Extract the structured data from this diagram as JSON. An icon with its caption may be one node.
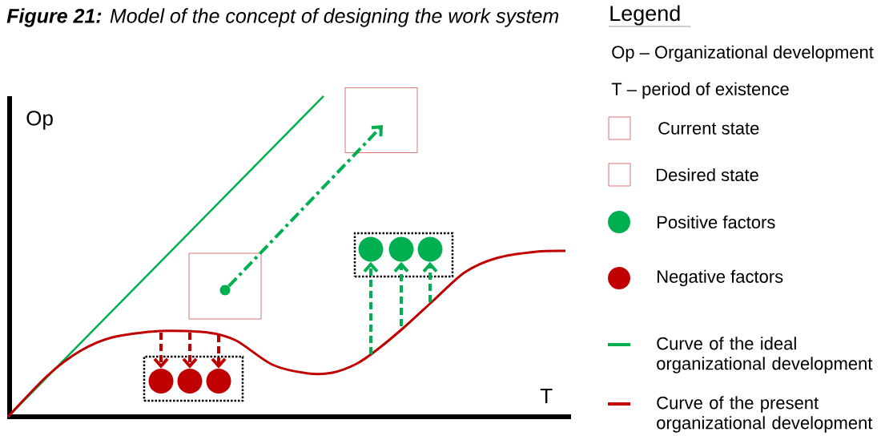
{
  "diagram": {
    "title": "**Figure 21:** Model of the concept of designing the work system",
    "nodes": [
      {
        "text": [],
        "shape": "box"
      },
      {
        "text": [],
        "shape": "box"
      },
      {
        "text": [],
        "shape": "box"
      },
      {
        "text": [],
        "shape": "circle",
        "in": 2
      },
      {
        "text": [],
        "shape": "circle",
        "in": 2
      },
      {
        "text": [],
        "shape": "circle",
        "in": 2
      },
      {
        "text": [],
        "shape": "box"
      },
      {
        "text": [],
        "shape": "circle",
        "in": 6
      },
      {
        "text": [],
        "shape": "circle",
        "in": 6
      },
      {
        "text": [],
        "shape": "circle",
        "in": 6
      },
      {
        "text": [],
        "shape": "circle",
        "in": 0
      }
    ],
    "edges": [
      {
        "from": 10,
        "to": 1,
        "arrow": "to",
        "style": "dashed",
        "color": "#00b050"
      },
      {
        "from": null,
        "to": 3,
        "arrow": "to",
        "style": "dashed",
        "color": "#c00000"
      },
      {
        "from": null,
        "to": 4,
        "arrow": "to",
        "style": "dashed",
        "color": "#c00000"
      },
      {
        "from": null,
        "to": 5,
        "arrow": "to",
        "style": "dashed",
        "color": "#c00000"
      },
      {
        "from": null,
        "to": 7,
        "arrow": "to",
        "style": "dashed",
        "color": "#00b050"
      },
      {
        "from": null,
        "to": 8,
        "arrow": "to",
        "style": "dashed",
        "color": "#00b050"
      },
      {
        "from": null,
        "to": 9,
        "arrow": "to",
        "style": "dashed",
        "color": "#00b050"
      }
    ],
    "labels": [
      "Op",
      "T",
      "Legend"
    ],
    "legend": [
      {
        "text": "Op – Organizational development"
      },
      {
        "text": "T – period of existence"
      },
      {
        "text": "Current state"
      },
      {
        "text": "Desired state"
      },
      {
        "text": "Positive factors",
        "color": "#00b050"
      },
      {
        "text": "Negative factors",
        "color": "#c00000"
      },
      {
        "text": "Curve of the ideal organizational development",
        "color": "#00b050"
      },
      {
        "text": "Curve of the present organizational development",
        "color": "#c00000"
      }
    ]
  }
}
